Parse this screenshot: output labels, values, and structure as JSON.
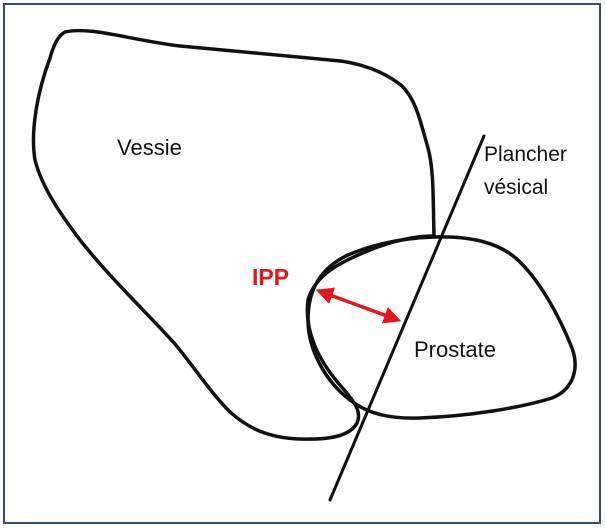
{
  "labels": {
    "bladder": "Vessie",
    "floor_line1": "Plancher",
    "floor_line2": "vésical",
    "ipp": "IPP",
    "prostate": "Prostate"
  },
  "colors": {
    "border": "#3a4a6b",
    "outline": "#111111",
    "accent": "#e8141b"
  }
}
